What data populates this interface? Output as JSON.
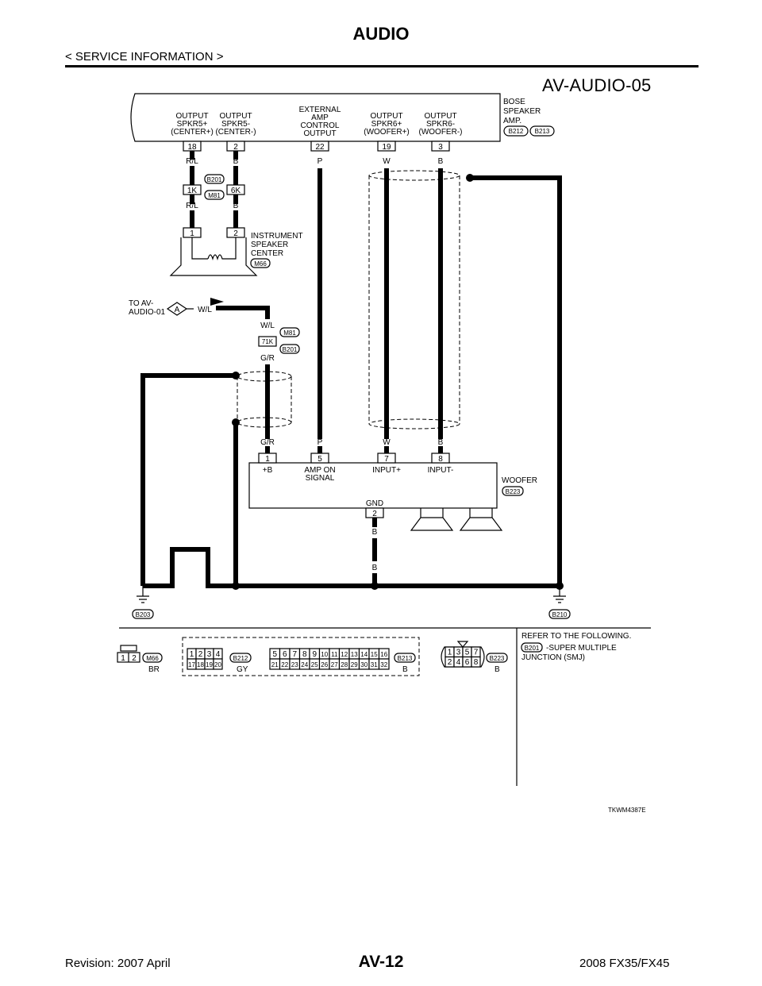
{
  "header": {
    "title": "AUDIO",
    "subtitle": "< SERVICE INFORMATION >"
  },
  "figure_id": "AV-AUDIO-05",
  "footer": {
    "revision": "Revision: 2007 April",
    "page": "AV-12",
    "model": "2008 FX35/FX45"
  },
  "amp": {
    "name_lines": [
      "BOSE",
      "SPEAKER",
      "AMP."
    ],
    "connectors": [
      "B212",
      "B213"
    ],
    "terminals": [
      {
        "pin": "18",
        "label": [
          "OUTPUT",
          "SPKR5+",
          "(CENTER+)"
        ]
      },
      {
        "pin": "2",
        "label": [
          "OUTPUT",
          "SPKR5-",
          "(CENTER-)"
        ]
      },
      {
        "pin": "22",
        "label": [
          "EXTERNAL",
          "AMP",
          "CONTROL",
          "OUTPUT"
        ]
      },
      {
        "pin": "19",
        "label": [
          "OUTPUT",
          "SPKR6+",
          "(WOOFER+)"
        ]
      },
      {
        "pin": "3",
        "label": [
          "OUTPUT",
          "SPKR6-",
          "(WOOFER-)"
        ]
      }
    ]
  },
  "wires": {
    "rl": "R/L",
    "b": "B",
    "p": "P",
    "w": "W",
    "wl": "W/L",
    "gr": "G/R"
  },
  "joint1": {
    "left": "1K",
    "right": "6K",
    "top": "B201",
    "bottom": "M81"
  },
  "center_speaker": {
    "pins": [
      "1",
      "2"
    ],
    "name_lines": [
      "INSTRUMENT",
      "SPEAKER",
      "CENTER"
    ],
    "connector": "M66"
  },
  "to_av": {
    "lines": [
      "TO AV-",
      "AUDIO-01"
    ],
    "marker": "A"
  },
  "joint2": {
    "pin": "71K",
    "top": "M81",
    "bottom": "B201"
  },
  "woofer": {
    "name": "WOOFER",
    "connector": "B223",
    "terminals": [
      {
        "pin": "1",
        "label": [
          "+B"
        ]
      },
      {
        "pin": "5",
        "label": [
          "AMP ON",
          "SIGNAL"
        ]
      },
      {
        "pin": "7",
        "label": [
          "INPUT+"
        ]
      },
      {
        "pin": "8",
        "label": [
          "INPUT-"
        ]
      }
    ],
    "gnd_label": "GND",
    "gnd_pin": "2"
  },
  "grounds": [
    "B203",
    "B210"
  ],
  "connector_views": {
    "m66": {
      "pins": [
        "1",
        "2"
      ],
      "id": "M66",
      "color": "BR"
    },
    "b212": {
      "rows": [
        [
          "1",
          "2",
          "3",
          "4"
        ],
        [
          "17",
          "18",
          "19",
          "20"
        ]
      ],
      "id": "B212",
      "color": "GY"
    },
    "b213": {
      "rows": [
        [
          "5",
          "6",
          "7",
          "8",
          "9",
          "10",
          "11",
          "12",
          "13",
          "14",
          "15",
          "16"
        ],
        [
          "21",
          "22",
          "23",
          "24",
          "25",
          "26",
          "27",
          "28",
          "29",
          "30",
          "31",
          "32"
        ]
      ],
      "id": "B213",
      "color": "B"
    },
    "b223": {
      "rows": [
        [
          "1",
          "3",
          "5",
          "7"
        ],
        [
          "2",
          "4",
          "6",
          "8"
        ]
      ],
      "id": "B223",
      "color": "B"
    }
  },
  "refer": {
    "title": "REFER TO THE FOLLOWING.",
    "connector": "B201",
    "desc": [
      "-SUPER MULTIPLE",
      "JUNCTION (SMJ)"
    ]
  },
  "code": "TKWM4387E"
}
